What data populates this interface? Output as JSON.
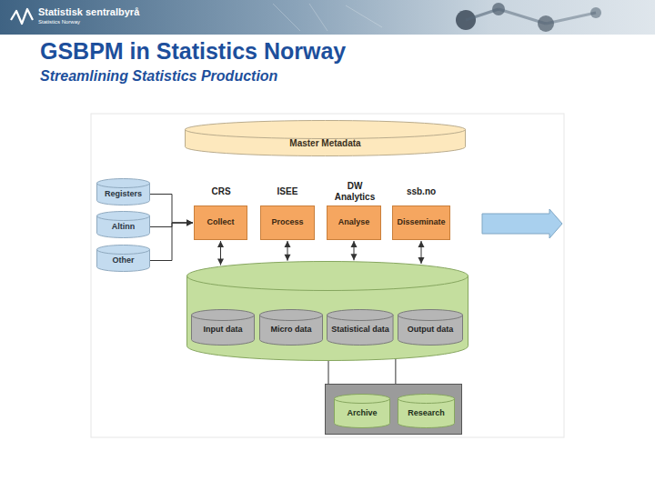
{
  "diagram": {
    "title": "GSBPM in Statistics Norway",
    "nodes": [
      {
        "text": [
          "Master Metadata"
        ]
      },
      {
        "text": [
          "Registers"
        ]
      },
      {
        "text": [
          "Altinn"
        ]
      },
      {
        "text": [
          "Other"
        ]
      },
      {
        "text": [
          "Collect"
        ]
      },
      {
        "text": [
          "Process"
        ]
      },
      {
        "text": [
          "Analyse"
        ]
      },
      {
        "text": [
          "Disseminate"
        ]
      },
      {
        "text": []
      },
      {
        "text": [
          "Input data"
        ],
        "in": 8
      },
      {
        "text": [
          "Micro data"
        ],
        "in": 8
      },
      {
        "text": [
          "Statistical data"
        ],
        "in": 8
      },
      {
        "text": [
          "Output data"
        ],
        "in": 8
      },
      {
        "text": []
      },
      {
        "text": [
          "Archive"
        ],
        "in": 13
      },
      {
        "text": [
          "Research"
        ],
        "in": 13
      }
    ],
    "edges": [
      {
        "from": 1,
        "to": 4,
        "arrow": "to"
      },
      {
        "from": 2,
        "to": 4,
        "arrow": "to"
      },
      {
        "from": 3,
        "to": 4,
        "arrow": "to"
      },
      {
        "from": 4,
        "to": 8,
        "arrow": "both"
      },
      {
        "from": 5,
        "to": 8,
        "arrow": "both"
      },
      {
        "from": 6,
        "to": 8,
        "arrow": "both"
      },
      {
        "from": 7,
        "to": 8,
        "arrow": "both"
      },
      {
        "from": 10,
        "to": 14,
        "arrow": "to"
      },
      {
        "from": 11,
        "to": 15,
        "arrow": "to"
      }
    ],
    "labels": [
      "Statistisk sentralbyrå",
      "Statistics Norway",
      "Streamlining Statistics Production",
      "CRS",
      "ISEE",
      "DW Analytics",
      "ssb.no"
    ]
  }
}
